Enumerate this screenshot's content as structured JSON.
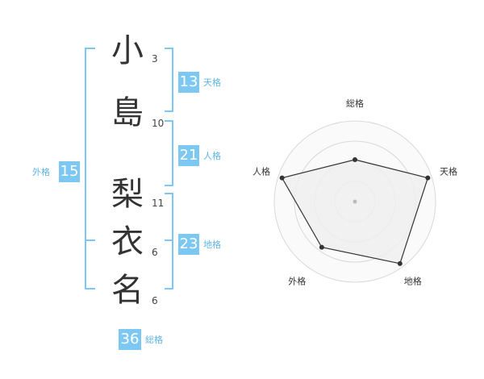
{
  "name_chars": [
    {
      "char": "小",
      "strokes": "3"
    },
    {
      "char": "島",
      "strokes": "10"
    },
    {
      "char": "梨",
      "strokes": "11"
    },
    {
      "char": "衣",
      "strokes": "6"
    },
    {
      "char": "名",
      "strokes": "6"
    }
  ],
  "kakusu": {
    "tenkaku": {
      "value": "13",
      "label": "天格"
    },
    "jinkaku": {
      "value": "21",
      "label": "人格"
    },
    "chikaku": {
      "value": "23",
      "label": "地格"
    },
    "gaikaku": {
      "value": "15",
      "label": "外格"
    },
    "soukaku": {
      "value": "36",
      "label": "総格"
    }
  },
  "colors": {
    "accent": "#7cc8f2",
    "label": "#5fb5e5",
    "bracket": "#7cc8f2",
    "text": "#333333"
  },
  "chart_data": {
    "type": "radar",
    "axes": [
      "総格",
      "天格",
      "地格",
      "外格",
      "人格"
    ],
    "values": [
      0.52,
      0.95,
      0.95,
      0.7,
      0.95
    ],
    "max": 1,
    "rings": 4
  }
}
